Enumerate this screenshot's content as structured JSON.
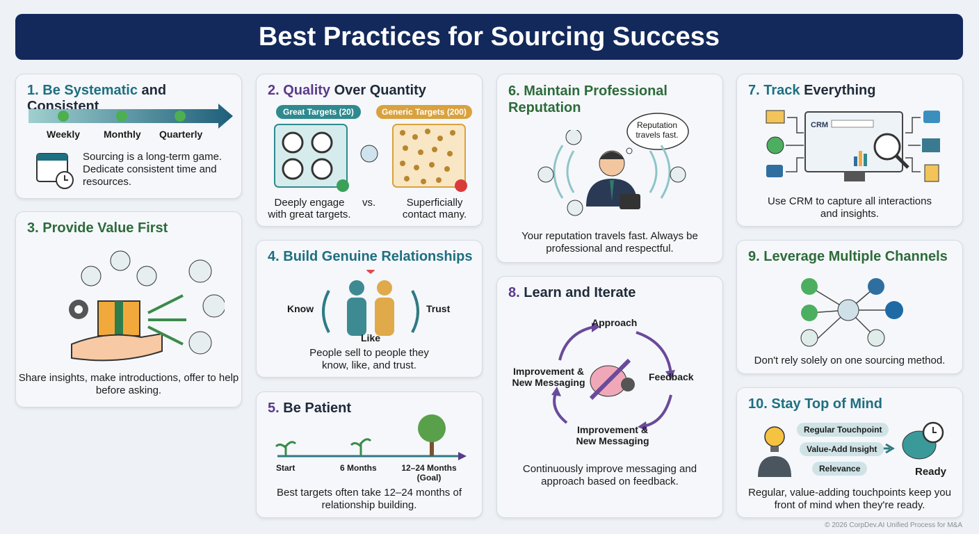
{
  "title": "Best Practices for Sourcing Success",
  "cards": [
    {
      "num": "1.",
      "accent": "Be Systematic",
      "rest": " and Consistent",
      "steps": [
        "Weekly",
        "Monthly",
        "Quarterly"
      ],
      "text": "Sourcing is a long-term game. Dedicate consistent time and resources."
    },
    {
      "num": "2.",
      "accent": "Quality",
      "rest": " Over Quantity",
      "left_badge": "Great Targets (20)",
      "right_badge": "Generic Targets (200)",
      "left_text": "Deeply engage with great targets.",
      "vs": "vs.",
      "right_text": "Superficially contact many."
    },
    {
      "num": "3.",
      "accent": "Provide Value First",
      "rest": "",
      "text": "Share insights, make introductions, offer to help before asking."
    },
    {
      "num": "4.",
      "accent": "Build Genuine Relationships",
      "rest": "",
      "labels": [
        "Know",
        "Like",
        "Trust"
      ],
      "text": "People sell to people they know, like, and trust."
    },
    {
      "num": "5.",
      "accent": "Be Patient",
      "rest": "",
      "milestones": [
        "Start",
        "6 Months",
        "12–24 Months (Goal)"
      ],
      "text": "Best targets often take 12–24 months of relationship building."
    },
    {
      "num": "6.",
      "accent": "Maintain Professional Reputation",
      "rest": "",
      "bubble": "Reputation travels fast.",
      "text": "Your reputation travels fast. Always be professional and respectful."
    },
    {
      "num": "7.",
      "accent": "Track",
      "rest": " Everything",
      "screen_label": "CRM",
      "text": "Use CRM to capture all interactions and insights."
    },
    {
      "num": "8.",
      "accent": "Learn and Iterate",
      "rest": "",
      "cycle": [
        "Approach",
        "Feedback",
        "Improvement & New Messaging",
        "Improvement & New Messaging"
      ],
      "text": "Continuously improve messaging and approach based on feedback."
    },
    {
      "num": "9.",
      "accent": "Leverage Multiple Channels",
      "rest": "",
      "text": "Don't rely solely on one sourcing method."
    },
    {
      "num": "10.",
      "accent": "Stay Top of Mind",
      "rest": "",
      "pills": [
        "Regular Touchpoint",
        "Value-Add Insight",
        "Relevance"
      ],
      "outcome": "Ready",
      "text": "Regular, value-adding touchpoints keep you front of mind when they're ready."
    }
  ],
  "footer": "© 2026 CorpDev.AI Unified Process for M&A",
  "colors": {
    "navy": "#13295b",
    "teal": "#1e6f80",
    "purple": "#5a3a8a",
    "green": "#2d6b3a",
    "gold": "#c8952b"
  }
}
